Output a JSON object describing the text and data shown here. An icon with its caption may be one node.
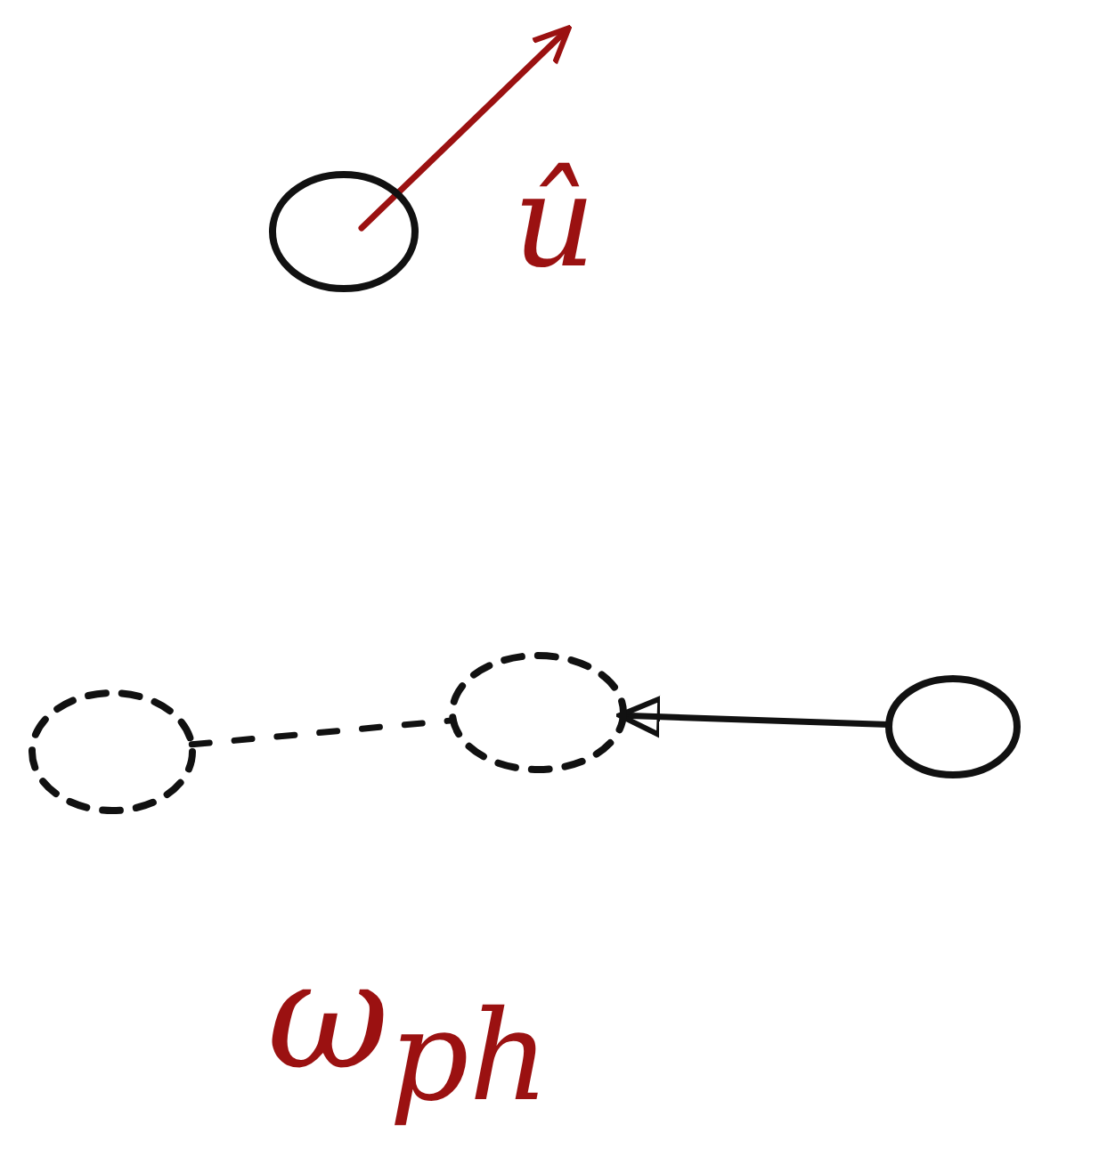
{
  "diagram": {
    "nodes": [
      {
        "text": [],
        "shape": "circle"
      },
      {
        "text": [],
        "shape": "circle"
      },
      {
        "text": [],
        "shape": "circle"
      },
      {
        "text": [],
        "shape": "circle"
      }
    ],
    "edges": [
      {
        "from": 1,
        "to": 2,
        "arrow": "none",
        "style": "dashed"
      },
      {
        "from": 3,
        "to": 2,
        "arrow": "to"
      }
    ],
    "labels": [
      "û",
      "ω$_{ph}$"
    ]
  }
}
